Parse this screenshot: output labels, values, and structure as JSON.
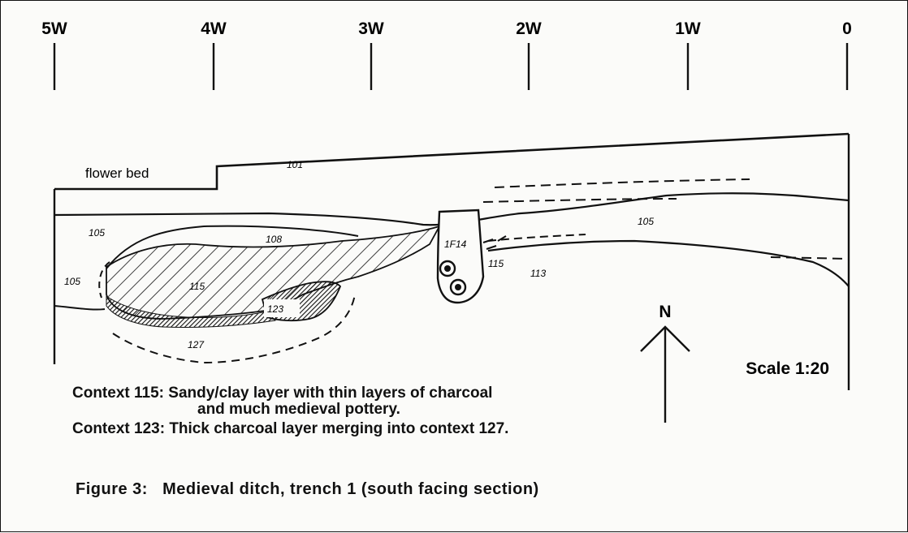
{
  "grid_markers": [
    "5W",
    "4W",
    "3W",
    "2W",
    "1W",
    "0"
  ],
  "labels": {
    "flower_bed": "flower bed",
    "north": "N",
    "scale": "Scale 1:20"
  },
  "contexts": [
    "101",
    "105",
    "105",
    "105",
    "108",
    "115",
    "115",
    "113",
    "123",
    "127",
    "1F14"
  ],
  "legend": {
    "line1_label": "Context 115:",
    "line1_text": "Sandy/clay layer with thin layers of charcoal",
    "line1_cont": "and much medieval pottery.",
    "line2_label": "Context 123:",
    "line2_text": "Thick charcoal layer merging into context 127."
  },
  "caption": {
    "label": "Figure 3:",
    "text": "Medieval ditch, trench 1 (south facing section)"
  }
}
